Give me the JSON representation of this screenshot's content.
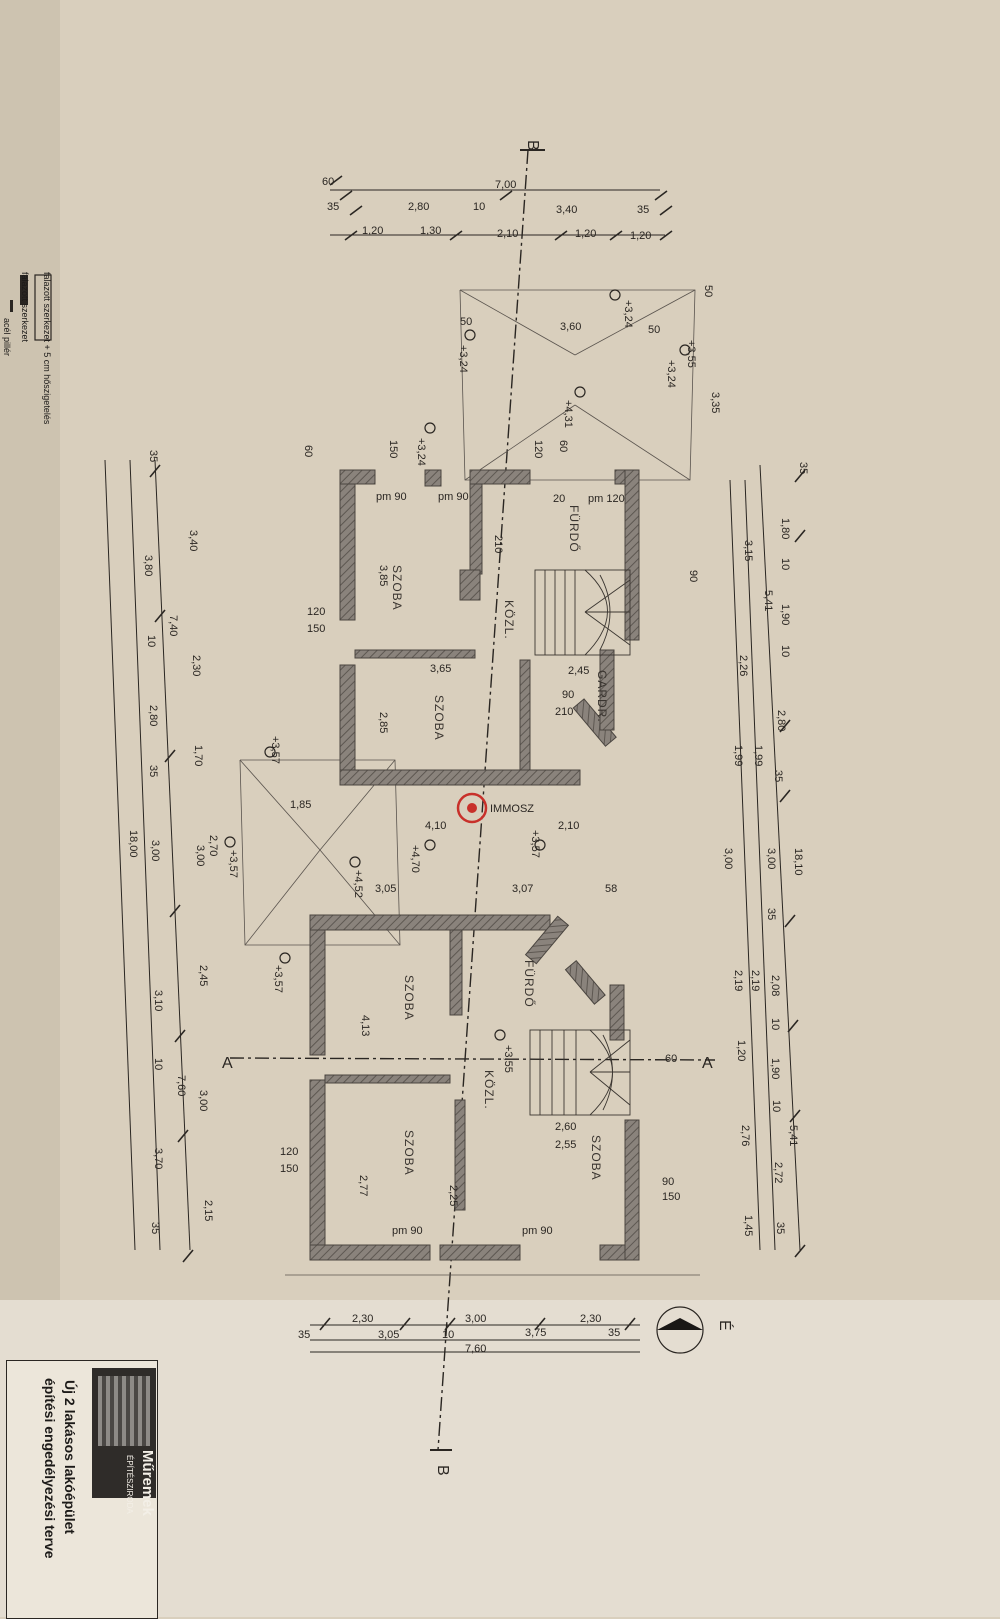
{
  "section_marks": {
    "b_top": "B",
    "b_bottom": "B",
    "a_left": "A",
    "a_right": "A"
  },
  "north_label": "É",
  "watermark": "IMMOSZ",
  "rooms": {
    "furdo_1": "FÜRDŐ",
    "szoba_1": "SZOBA",
    "kozl_1": "KÖZL.",
    "szoba_2": "SZOBA",
    "gardrob": "GARDR.",
    "furdo_2": "FÜRDŐ",
    "szoba_3": "SZOBA",
    "kozl_2": "KÖZL.",
    "szoba_4": "SZOBA",
    "szoba_5": "SZOBA"
  },
  "top_dims": {
    "a": "7,00",
    "b": "60",
    "c": "35",
    "d": "2,80",
    "e": "10",
    "f": "3,40",
    "g": "35",
    "h": "1,20",
    "i": "1,30",
    "j": "2,10",
    "k": "1,20",
    "l": "1,20"
  },
  "right_dims": {
    "r1": "1,80",
    "r2": "10",
    "r3": "1,90",
    "r4": "10",
    "r5": "2,80",
    "r6": "35",
    "r7": "3,00",
    "r8": "35",
    "r9": "2,08",
    "r10": "10",
    "r11": "1,90",
    "r12": "10",
    "r13": "2,72",
    "r14": "35",
    "s1": "3,15",
    "s2": "5,41",
    "s3": "2,26",
    "s4": "1,99",
    "s5": "1,99",
    "s6": "3,00",
    "s7": "2,19",
    "s8": "2,19",
    "s9": "1,20",
    "s10": "5,41",
    "s11": "2,76",
    "s12": "1,45",
    "s13": "18,10",
    "s14": "35",
    "s15": "3,35"
  },
  "left_dims": {
    "l1": "3,40",
    "l2": "3,80",
    "l3": "7,40",
    "l4": "2,30",
    "l5": "10",
    "l6": "2,80",
    "l7": "1,70",
    "l8": "35",
    "l9": "3,00",
    "l10": "3,00",
    "l11": "18,00",
    "l12": "2,45",
    "l13": "3,10",
    "l14": "7,60",
    "l15": "3,00",
    "l16": "10",
    "l17": "3,70",
    "l18": "2,15",
    "l19": "35",
    "l20": "35",
    "l21": "60"
  },
  "bottom_dims": {
    "b1": "2,30",
    "b2": "3,00",
    "b3": "2,30",
    "b4": "35",
    "b5": "3,05",
    "b6": "10",
    "b7": "3,75",
    "b8": "35",
    "b9": "7,60"
  },
  "levels": {
    "v1": "+3,24",
    "v2": "+3,24",
    "v3": "+3,24",
    "v4": "+4,31",
    "v5": "+3,24",
    "v6": "+3,57",
    "v7": "+3,57",
    "v8": "+4,70",
    "v9": "+4,52",
    "v10": "+3,57",
    "v11": "+3,57",
    "v12": "+3,55",
    "v13": "+3,55"
  },
  "misc": {
    "m1": "3,60",
    "m2": "50",
    "m3": "50",
    "m4": "50",
    "m5": "120",
    "m6": "60",
    "m7": "150",
    "m8": "pm 90",
    "m9": "pm 90",
    "m10": "pm 120",
    "m11": "20",
    "m12": "210",
    "m13": "3,85",
    "m14": "120",
    "m15": "150",
    "m16": "3,65",
    "m17": "2,45",
    "m18": "90",
    "m19": "210",
    "m20": "2,85",
    "m21": "1,85",
    "m22": "4,10",
    "m23": "2,10",
    "m24": "3,05",
    "m25": "3,07",
    "m26": "58",
    "m27": "4,13",
    "m28": "2,60",
    "m29": "2,55",
    "m30": "2,77",
    "m31": "2,25",
    "m32": "pm 90",
    "m33": "pm 90",
    "m34": "120",
    "m35": "150",
    "m36": "150",
    "m37": "90",
    "m38": "60",
    "m39": "2,70",
    "m40": "90"
  },
  "legend": {
    "item1": "falazott szerkezet + 5 cm hőszigetelés",
    "item2": "falazott szerkezet",
    "item3": "acél pillér"
  },
  "title_block": {
    "company": "Műremek",
    "company_sub": "ÉPÍTÉSZIRODA",
    "project": "Új 2 lakásos lakóépület",
    "subtitle": "építési engedélyezési terve"
  },
  "colors": {
    "paper": "#d9cfbd",
    "wall": "#6f6862",
    "line": "#2a2622",
    "red": "#c8302a"
  }
}
